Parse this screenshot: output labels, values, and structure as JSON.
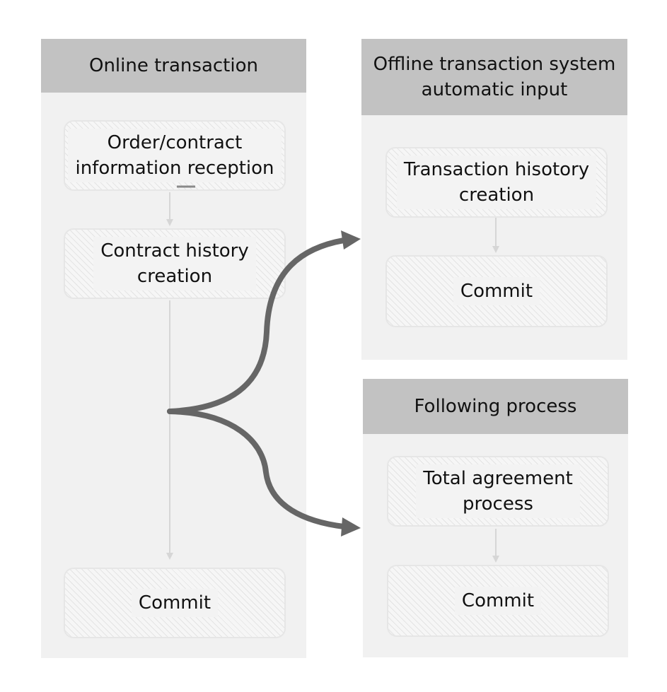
{
  "online": {
    "header": "Online transaction",
    "step1": "Order/contract\ninformation reception",
    "step2": "Contract history\ncreation",
    "step3": "Commit"
  },
  "offline": {
    "header": "Offline transaction system\nautomatic input",
    "step1": "Transaction hisotory\ncreation",
    "step2": "Commit"
  },
  "following": {
    "header": "Following process",
    "step1": "Total agreement\nprocess",
    "step2": "Commit"
  },
  "colors": {
    "panel": "#f1f1f1",
    "header": "#c2c2c2",
    "branch_arrow": "#666666",
    "flow_arrow": "#d6d6d6"
  }
}
